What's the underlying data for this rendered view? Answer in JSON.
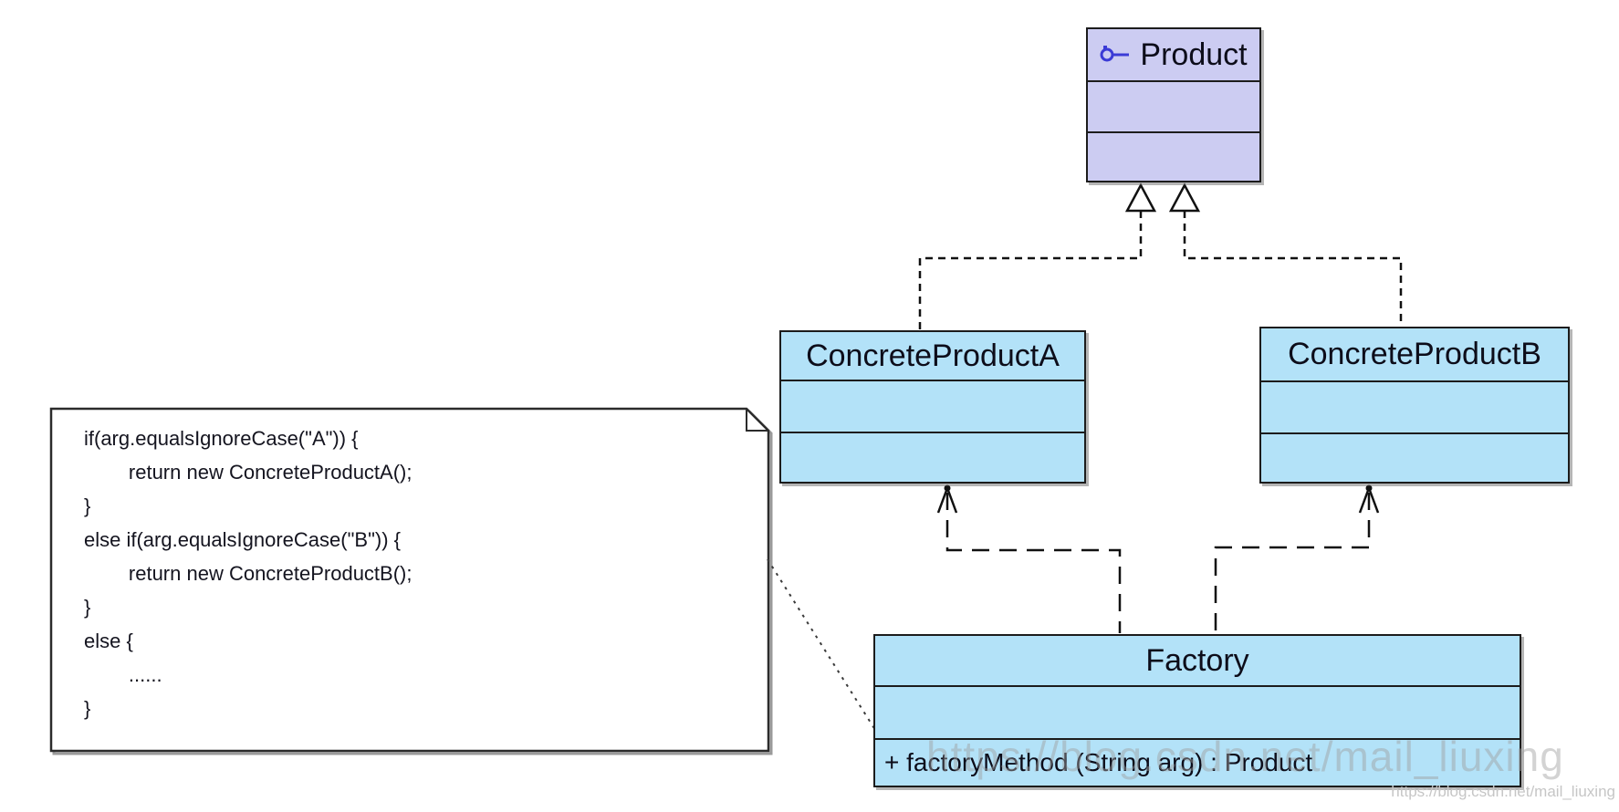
{
  "classes": {
    "product": {
      "name": "Product",
      "stereotype_icon": "interface-lollipop-icon",
      "attributes": "",
      "methods": ""
    },
    "concrete_product_a": {
      "name": "ConcreteProductA",
      "attributes": "",
      "methods": ""
    },
    "concrete_product_b": {
      "name": "ConcreteProductB",
      "attributes": "",
      "methods": ""
    },
    "factory": {
      "name": "Factory",
      "attributes": "",
      "method": "+ factoryMethod (String arg) : Product"
    }
  },
  "relationships": {
    "realization_a": "ConcreteProductA ..|> Product",
    "realization_b": "ConcreteProductB ..|> Product",
    "dependency_a": "Factory ..> ConcreteProductA",
    "dependency_b": "Factory ..> ConcreteProductB",
    "note_anchor": "note .. Factory"
  },
  "note": {
    "lines": [
      "if(arg.equalsIgnoreCase(\"A\")) {",
      "        return new ConcreteProductA();",
      "}",
      "else if(arg.equalsIgnoreCase(\"B\")) {",
      "        return new ConcreteProductB();",
      "}",
      "else {",
      "        ......",
      "}"
    ]
  },
  "watermark": {
    "large": "https://blog.csdn.net/mail_liuxing",
    "small": "https://blog.csdn.net/mail_liuxing"
  },
  "colors": {
    "interface_fill": "#ccccf2",
    "class_fill": "#b3e2f8",
    "border": "#1c1c1c",
    "note_fill": "#ffffff",
    "icon_blue": "#3b3bd6",
    "watermark_gray": "#c6c6c6"
  }
}
